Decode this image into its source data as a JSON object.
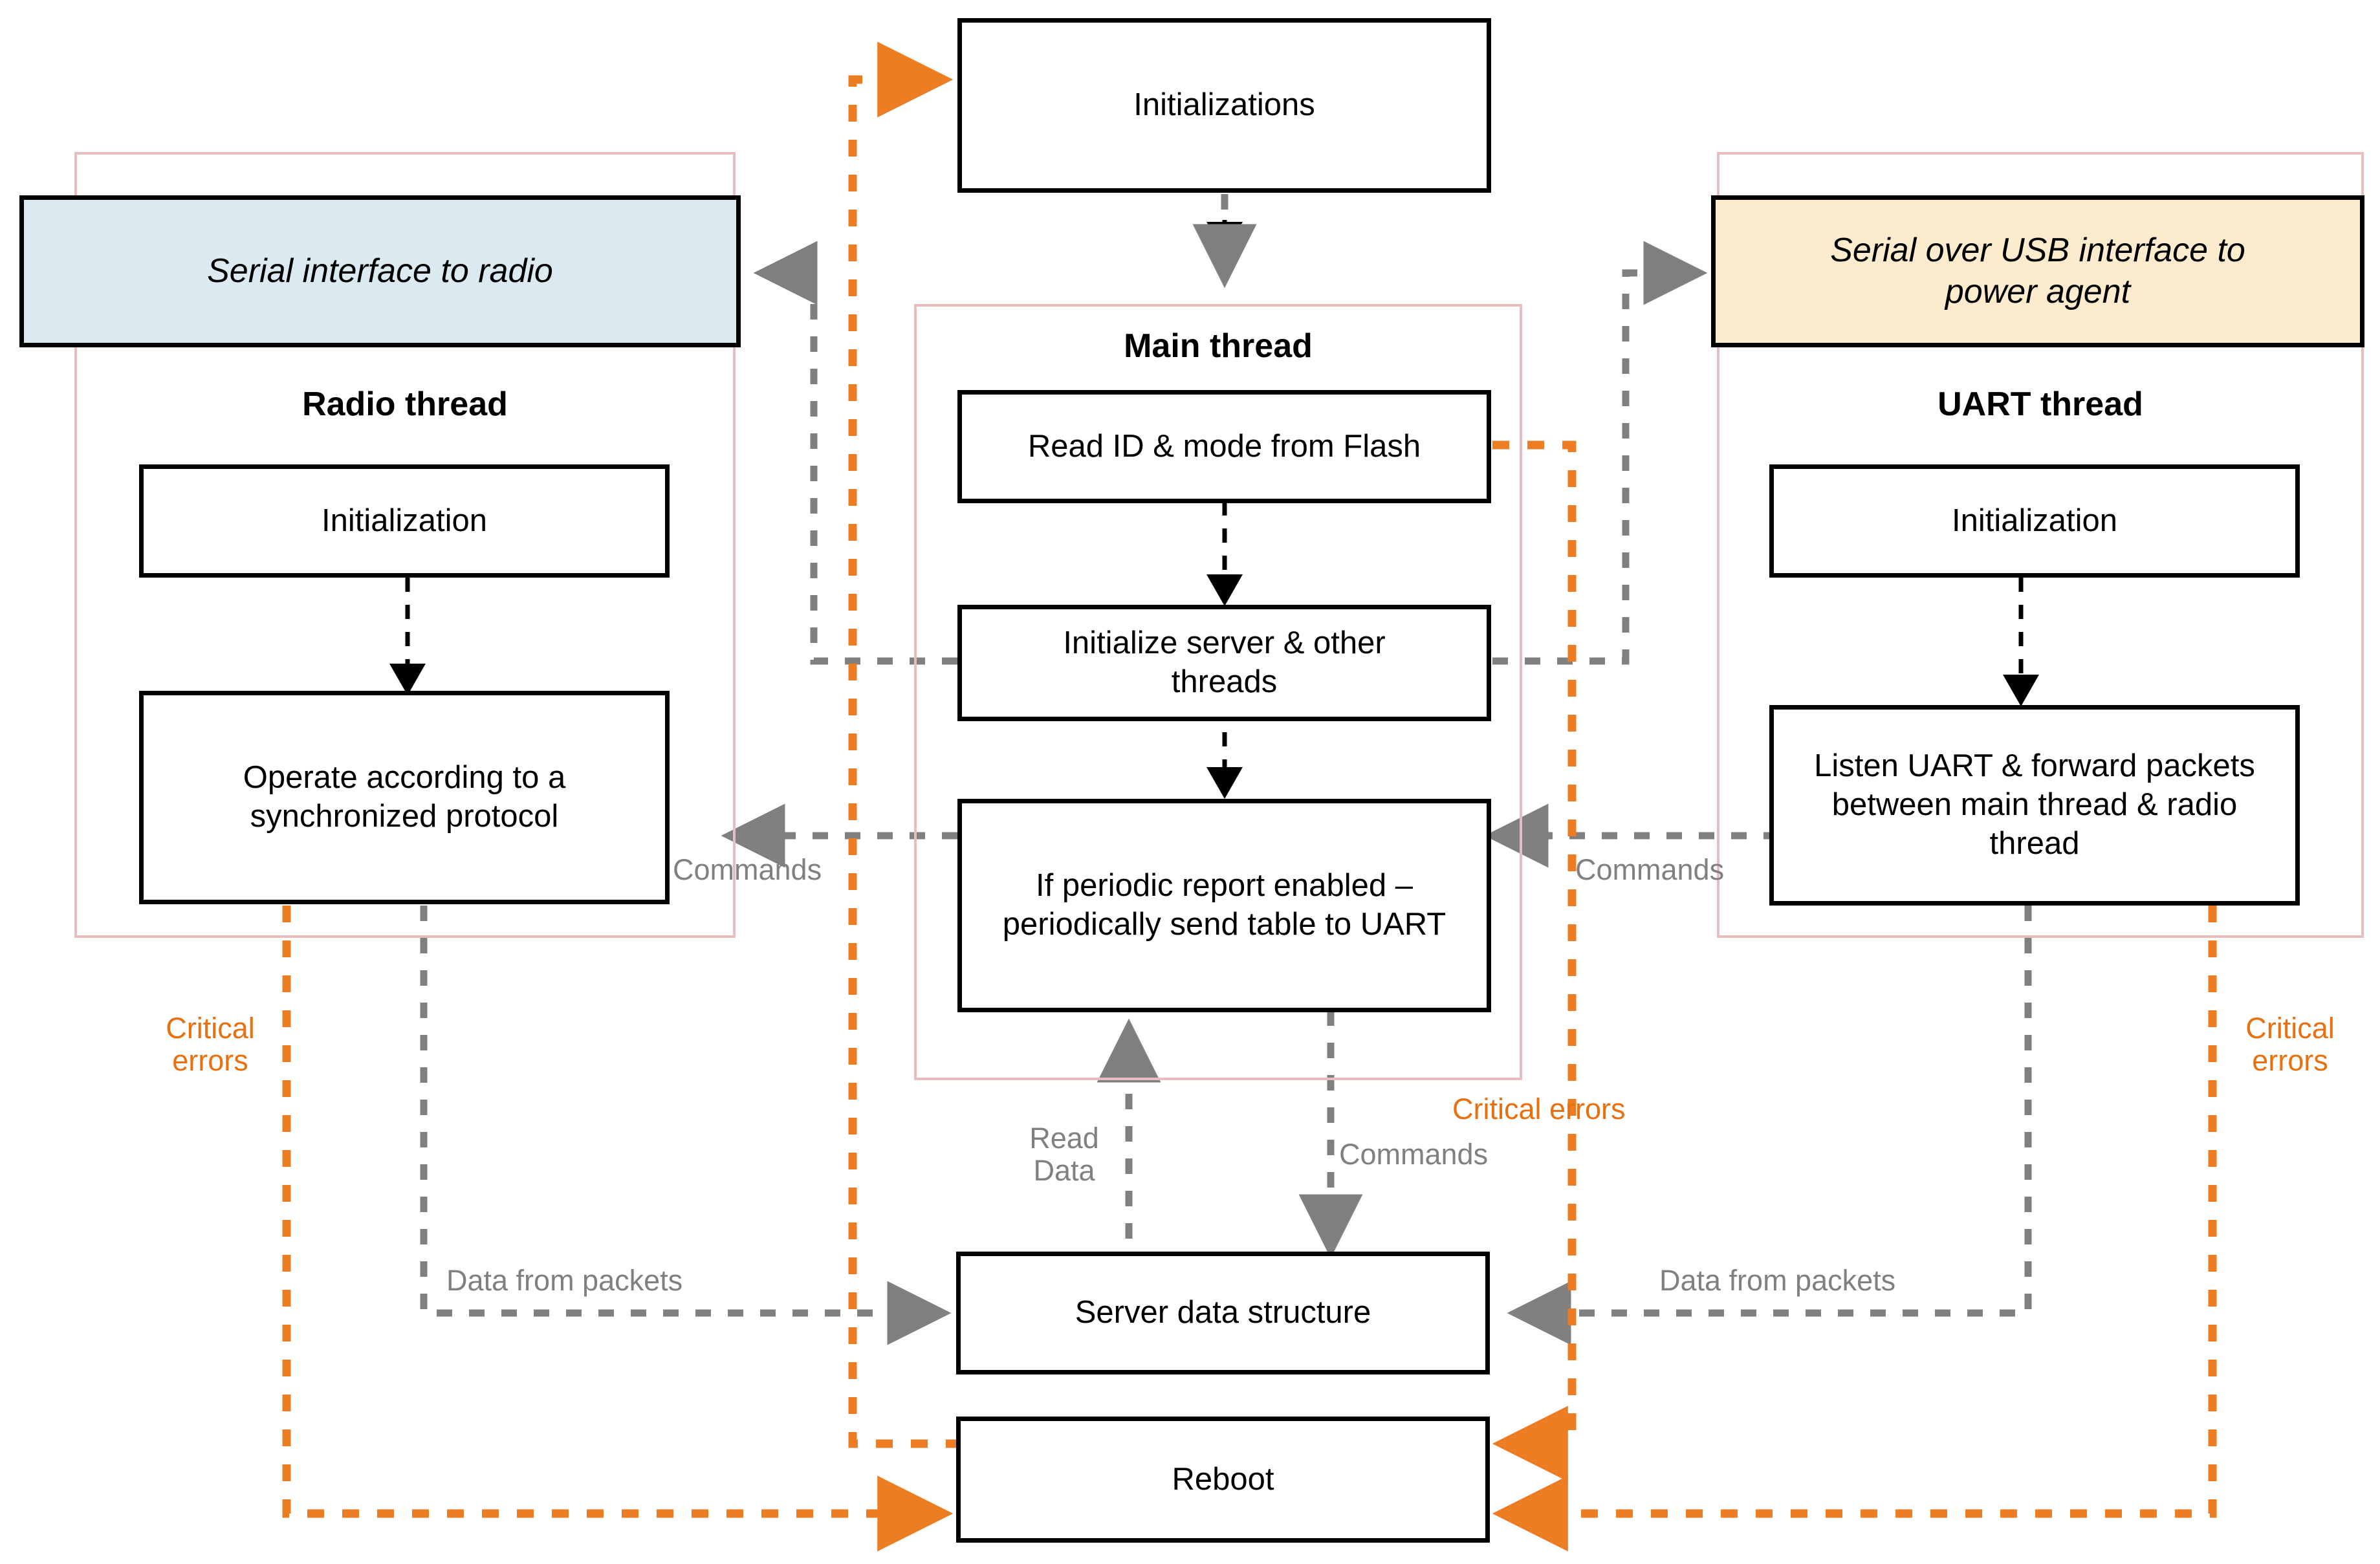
{
  "diagram": {
    "title": "Firmware thread architecture flow diagram",
    "colors": {
      "orange": "#ED7D22",
      "gray": "#808080",
      "black": "#000000",
      "pink_group_border": "#E8BDBD",
      "radio_iface_fill": "#DBEAF0",
      "usb_iface_fill": "#FCECCD"
    }
  },
  "interfaces": {
    "radio": "Serial interface to radio",
    "usb": "Serial over USB interface to\npower agent"
  },
  "threads": {
    "radio": {
      "title": "Radio thread",
      "steps": [
        "Initialization",
        "Operate according to a\nsynchronized protocol"
      ]
    },
    "main": {
      "title": "Main thread",
      "steps": [
        "Read ID & mode from Flash",
        "Initialize server & other\nthreads",
        "If periodic report enabled –\nperiodically send table to UART"
      ]
    },
    "uart": {
      "title": "UART thread",
      "steps": [
        "Initialization",
        "Listen UART & forward packets\nbetween main thread & radio\nthread"
      ]
    }
  },
  "nodes": {
    "initializations": "Initializations",
    "server_data_structure": "Server data structure",
    "reboot": "Reboot"
  },
  "edge_labels": {
    "commands_left": "Commands",
    "commands_right": "Commands",
    "commands_center": "Commands",
    "read_data": "Read\nData",
    "data_from_packets_left": "Data from packets",
    "data_from_packets_right": "Data from packets",
    "critical_errors_left": "Critical\nerrors",
    "critical_errors_center": "Critical errors",
    "critical_errors_right": "Critical\nerrors"
  }
}
